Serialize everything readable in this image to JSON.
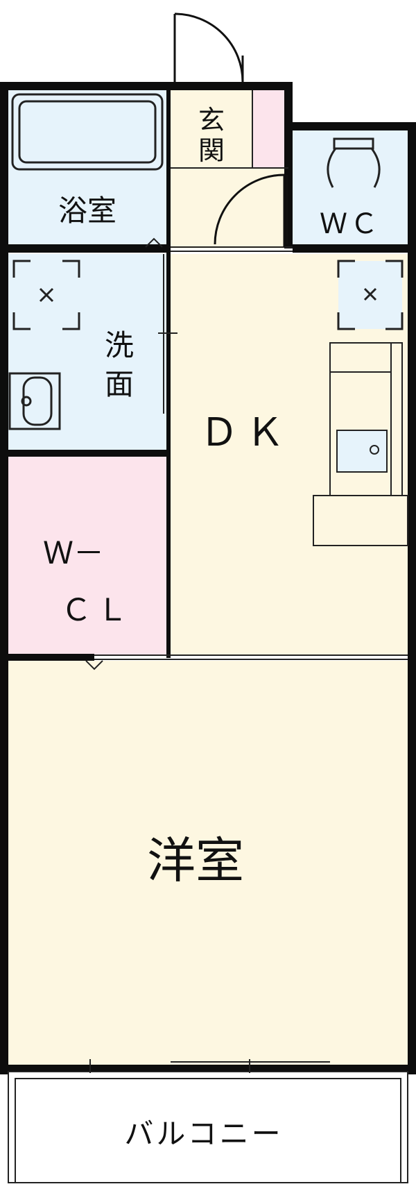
{
  "rooms": {
    "bath": "浴室",
    "entrance_line1": "玄",
    "entrance_line2": "関",
    "wc": "ＷＣ",
    "washroom_line1": "洗",
    "washroom_line2": "面",
    "dk": "ＤＫ",
    "wcl_line1": "Ｗ－",
    "wcl_line2": "ＣＬ",
    "western_room": "洋室",
    "balcony": "バルコニー"
  },
  "colors": {
    "wall": "#0d0d0d",
    "wet_area": "#e6f3fb",
    "living_area": "#fdf7e1",
    "closet": "#fce4ec",
    "outdoor": "#ffffff",
    "fixture_line": "#222222"
  },
  "icons": [
    "bathtub-icon",
    "toilet-icon",
    "sink-icon",
    "ventilation-icon",
    "kitchen-counter-icon",
    "door-swing-icon"
  ]
}
